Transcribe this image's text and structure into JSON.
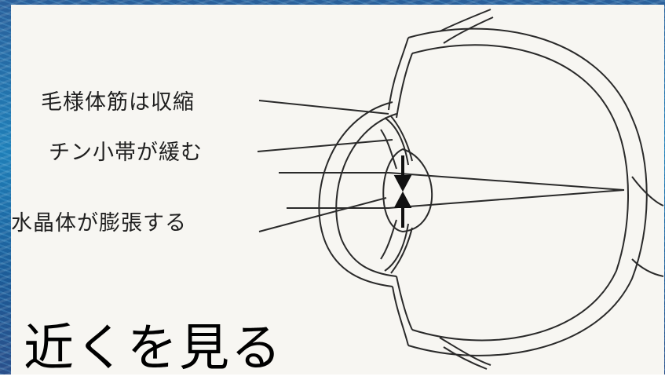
{
  "labels": {
    "ciliary_muscle": "毛様体筋は収縮",
    "zinn_zonule": "チン小帯が緩む",
    "lens": "水晶体が膨張する"
  },
  "caption": "近くを見る",
  "colors": {
    "background": "#1f7fb8",
    "panel": "#f7f6f2",
    "line": "#2a2a2a"
  }
}
